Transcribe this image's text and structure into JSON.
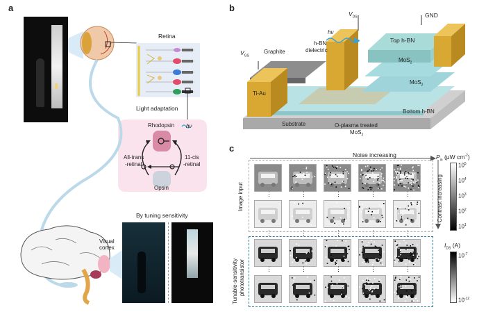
{
  "panel_a": {
    "letter": "a",
    "retina_label": "Retina",
    "light_adaptation": "Light  adaptation",
    "rhodopsin": "Rhodopsin",
    "opsin": "Opsin",
    "all_trans": "All-trans",
    "all_trans_2": "-retinal",
    "cis": "11-cis",
    "cis_2": "-retinal",
    "hv": "hν",
    "tuning": "By tuning sensitivity",
    "visual": "Visual",
    "cortex": "cortex"
  },
  "panel_b": {
    "letter": "b",
    "vds": "V",
    "vds_sub": "DS",
    "gnd": "GND",
    "hv": "hν",
    "top_hbn": "Top h-BN",
    "vgs": "V",
    "vgs_sub": "GS",
    "hbn_dielectric_1": "h-BN",
    "hbn_dielectric_2": "dielectric",
    "graphite": "Graphite",
    "mos2_top": "MoS",
    "mos2_top_sub": "2",
    "mos2_mid": "MoS",
    "mos2_mid_sub": "2",
    "tiau": "Ti-Au",
    "bottom_hbn": "Bottom h-BN",
    "substrate": "Substrate",
    "oplasma_1": "O-plasma treated",
    "oplasma_2": "MoS",
    "oplasma_2_sub": "2"
  },
  "panel_c": {
    "letter": "c",
    "noise": "Noise increasing",
    "image_input": "Image input",
    "photo_1": "Tunable-sensitivity",
    "photo_2": "phototransistor",
    "contrast": "Contrast increasing",
    "pin_label": "P",
    "pin_sub": "in",
    "pin_unit": " (μW cm",
    "pin_unit_sup": "-2",
    "pin_close": ")",
    "pin_ticks": [
      "10",
      "10",
      "10",
      "10",
      "10"
    ],
    "pin_exps": [
      "5",
      "4",
      "3",
      "2",
      "1"
    ],
    "ids_label": "I",
    "ids_sub": "DS",
    "ids_unit": " (A)",
    "ids_top": "10",
    "ids_top_exp": "-7",
    "ids_bottom": "10",
    "ids_bottom_exp": "-12",
    "dots": "⋮"
  },
  "colors": {
    "eye_iris": "#d9a23a",
    "retina_bg": "#e6edf6",
    "pink_bg": "#fae3ec",
    "gold": "#d9a832",
    "hbn": "#9fd4d8",
    "substrate": "#b9b9b9",
    "dashed": "#2a7b9e",
    "brain_pink": "#f2b3c3"
  }
}
